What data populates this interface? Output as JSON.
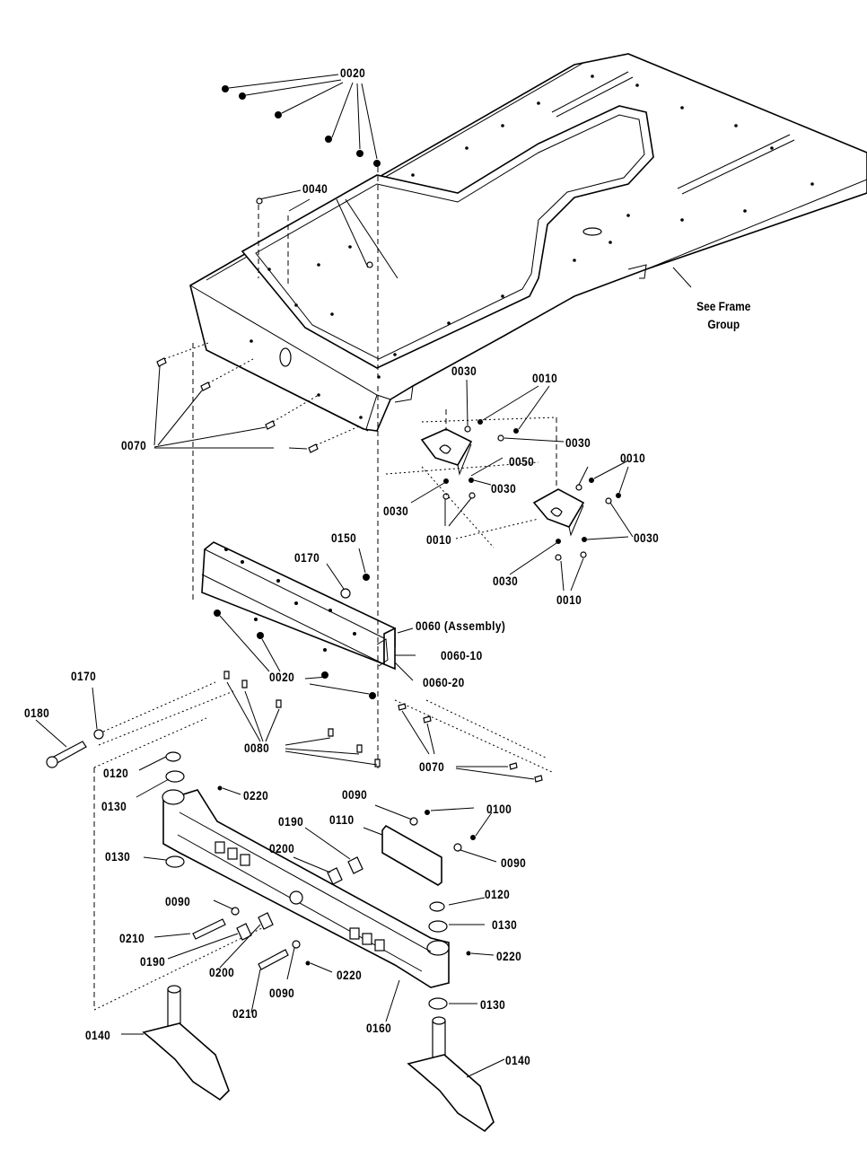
{
  "diagram": {
    "title": "Front Axle / Frame Parts Diagram",
    "note": {
      "line1": "See Frame",
      "line2": "Group"
    },
    "labels": {
      "p0020_top": "0020",
      "p0040": "0040",
      "p0070_left": "0070",
      "p0030_a": "0030",
      "p0010_a": "0010",
      "p0030_b": "0030",
      "p0050": "0050",
      "p0030_c": "0030",
      "p0030_d": "0030",
      "p0010_b": "0010",
      "p0010_c": "0010",
      "p0030_e": "0030",
      "p0030_f": "0030",
      "p0010_d": "0010",
      "p0150": "0150",
      "p0170_a": "0170",
      "p0060": "0060 (Assembly)",
      "p0060_10": "0060-10",
      "p0060_20": "0060-20",
      "p0020_mid": "0020",
      "p0170_b": "0170",
      "p0180": "0180",
      "p0080": "0080",
      "p0070_right": "0070",
      "p0120_a": "0120",
      "p0130_a": "0130",
      "p0220_a": "0220",
      "p0090_a": "0090",
      "p0100": "0100",
      "p0190_a": "0190",
      "p0110": "0110",
      "p0200_a": "0200",
      "p0090_b": "0090",
      "p0130_b": "0130",
      "p0120_b": "0120",
      "p0130_c": "0130",
      "p0090_c": "0090",
      "p0210_a": "0210",
      "p0190_b": "0190",
      "p0200_b": "0200",
      "p0220_b": "0220",
      "p0220_c": "0220",
      "p0090_d": "0090",
      "p0210_b": "0210",
      "p0160": "0160",
      "p0130_d": "0130",
      "p0140_a": "0140",
      "p0140_b": "0140"
    }
  }
}
